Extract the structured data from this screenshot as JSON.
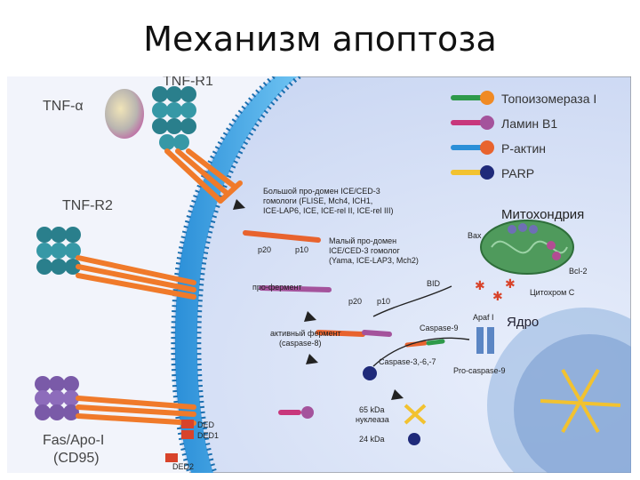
{
  "title": "Механизм апоптоза",
  "receptors": {
    "tnf_alpha": "TNF-α",
    "tnf_r1": "TNF-R1",
    "tnf_r2": "TNF-R2",
    "fas_line1": "Fas/Apo-I",
    "fas_line2": "(CD95)"
  },
  "legend": [
    {
      "label": "Топоизомераза I",
      "color": "#f08a24"
    },
    {
      "label": "Ламин B1",
      "color": "#a4539c"
    },
    {
      "label": "Р-актин",
      "color": "#e8632e"
    },
    {
      "label": "PARP",
      "color": "#1f2a7a"
    }
  ],
  "domains": {
    "large_1": "Большой про-домен ICE/CED-3",
    "large_2": "гомологи (FLISE, Mch4, ICH1,",
    "large_3": "ICE-LAP6, ICE, ICE-rel II, ICE-rel III)",
    "small_1": "Малый про-домен",
    "small_2": "ICE/CED-3 гомолог",
    "small_3": "(Yama, ICE-LAP3, Mch2)",
    "p20": "p20",
    "p10": "p10",
    "proenzyme": "про-фермент",
    "active_1": "активный фермент",
    "active_2": "(caspase-8)"
  },
  "mito": {
    "title": "Митохондрия",
    "bax": "Bax",
    "bcl2": "Bcl-2",
    "cytc": "Цитохром С",
    "bid": "BID",
    "apaf": "Apaf I",
    "casp9": "Caspase-9",
    "procasp9": "Pro-caspase-9",
    "casp367": "Caspase-3,-6,-7"
  },
  "nucleus": {
    "title": "Ядро",
    "nuclease_1": "65 kDa",
    "nuclease_2": "нуклеаза",
    "kda24": "24 kDa"
  },
  "ded": {
    "ded": "DED",
    "ded1": "DED1",
    "ded2": "DED2"
  }
}
